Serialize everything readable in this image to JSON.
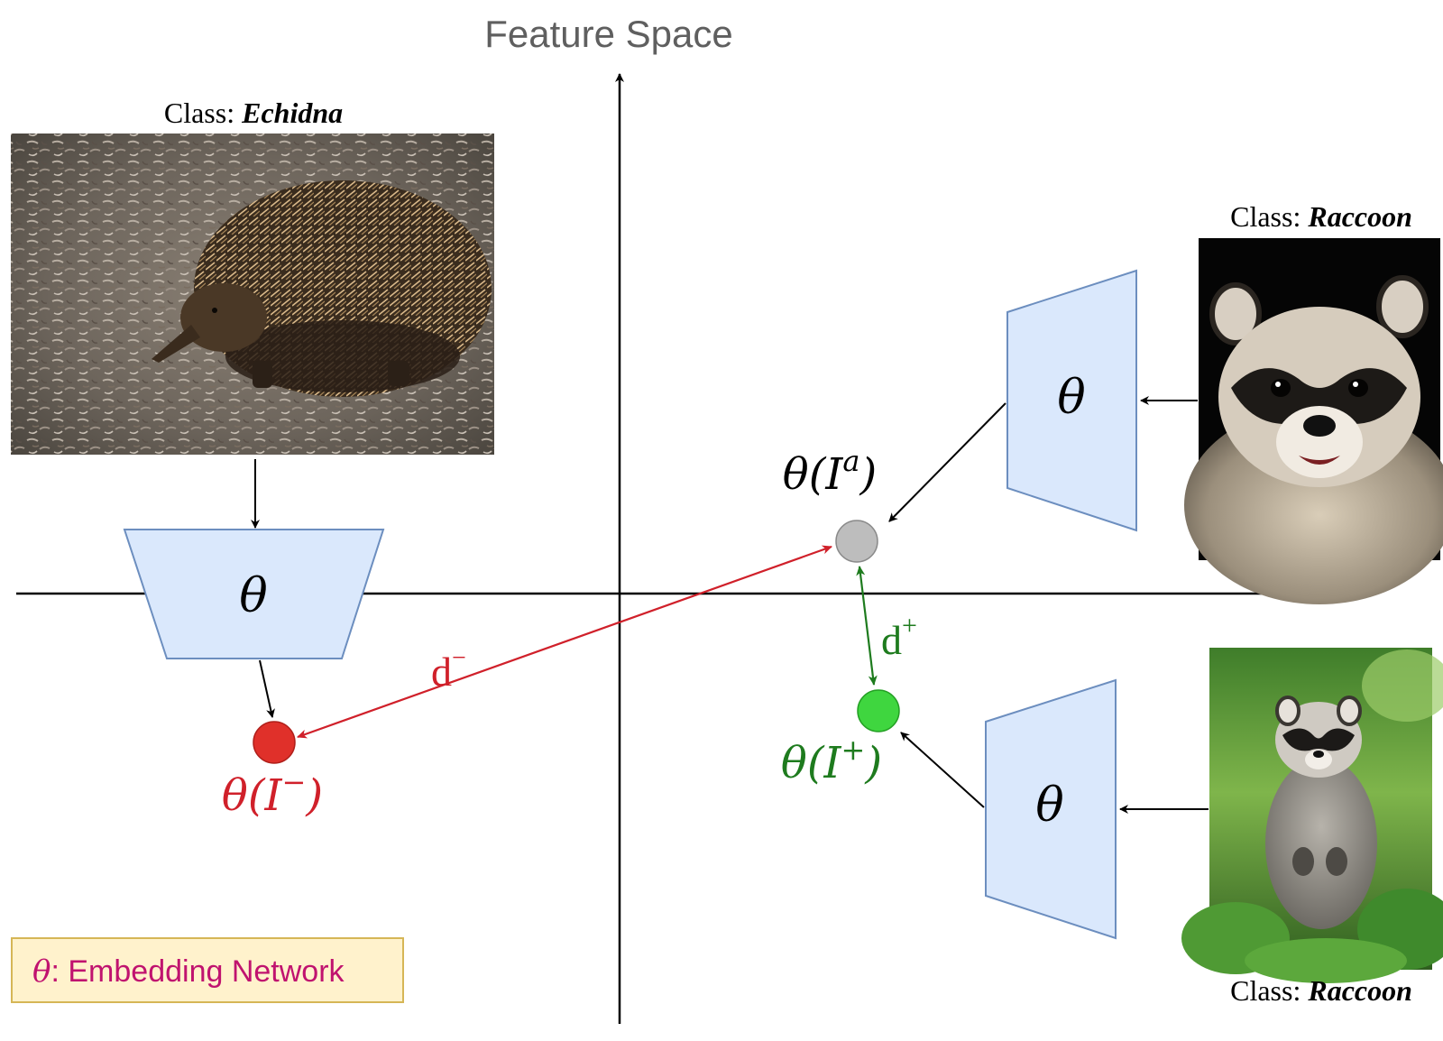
{
  "title": "Feature Space",
  "legend": {
    "symbol": "θ",
    "text": ": Embedding Network"
  },
  "images": [
    {
      "caption_prefix": "Class: ",
      "class_name": "Echidna",
      "subject": "echidna photo"
    },
    {
      "caption_prefix": "Class: ",
      "class_name": "Raccoon",
      "subject": "raccoon face photo"
    },
    {
      "caption_prefix": "Class: ",
      "class_name": "Raccoon",
      "subject": "standing raccoon photo"
    }
  ],
  "networks": {
    "symbol": "θ"
  },
  "embeddings": {
    "anchor": {
      "func": "θ(",
      "var": "I",
      "sup": "a",
      "close": ")"
    },
    "positive": {
      "func": "θ(",
      "var": "I",
      "sup": "+",
      "close": ")"
    },
    "negative": {
      "func": "θ(",
      "var": "I",
      "sup": "−",
      "close": ")"
    }
  },
  "distances": {
    "negative": {
      "base": "d",
      "sup": "−"
    },
    "positive": {
      "base": "d",
      "sup": "+"
    }
  },
  "colors": {
    "network_fill": "#dae8fc",
    "network_stroke": "#6c8ebf",
    "anchor": "#bdbdbd",
    "positive": "#3fd63f",
    "positive_text": "#1e7b1e",
    "negative": "#e0302a",
    "negative_text": "#d0202a",
    "legend_bg": "#fff2cc",
    "legend_stroke": "#d6b656",
    "legend_text": "#c0136f",
    "title_text": "#5f5f5f"
  }
}
